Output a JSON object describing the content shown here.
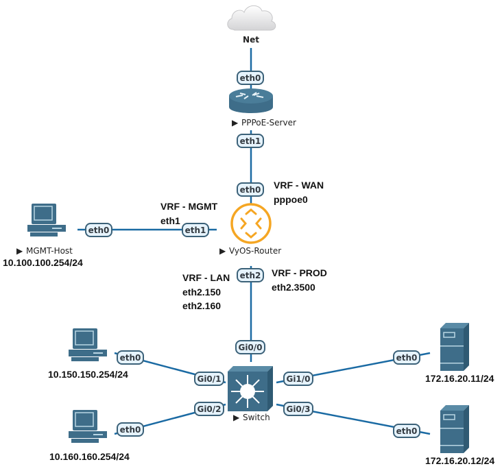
{
  "diagram": {
    "nodes": {
      "net": {
        "label": "Net",
        "icon": "cloud-icon"
      },
      "pppoe_server": {
        "label": "PPPoE-Server",
        "icon": "router-icon",
        "running": true
      },
      "vyos_router": {
        "label": "VyOS-Router",
        "icon": "vyos-icon",
        "running": true
      },
      "mgmt_host": {
        "label": "MGMT-Host",
        "icon": "desktop-icon",
        "running": true,
        "ip": "10.100.100.254/24"
      },
      "switch": {
        "label": "Switch",
        "icon": "switch-icon",
        "running": true
      },
      "host_150": {
        "icon": "desktop-icon",
        "ip": "10.150.150.254/24"
      },
      "host_160": {
        "icon": "desktop-icon",
        "ip": "10.160.160.254/24"
      },
      "server_11": {
        "icon": "server-icon",
        "ip": "172.16.20.11/24"
      },
      "server_12": {
        "icon": "server-icon",
        "ip": "172.16.20.12/24"
      }
    },
    "ports": {
      "net_pppoe_eth0": "eth0",
      "pppoe_eth1": "eth1",
      "vyos_eth0": "eth0",
      "vyos_eth1": "eth1",
      "mgmt_eth0": "eth0",
      "vyos_eth2": "eth2",
      "sw_gi00": "Gi0/0",
      "sw_gi01": "Gi0/1",
      "sw_gi02": "Gi0/2",
      "sw_gi10": "Gi1/0",
      "sw_gi03": "Gi0/3",
      "h150_eth0": "eth0",
      "h160_eth0": "eth0",
      "s11_eth0": "eth0",
      "s12_eth0": "eth0"
    },
    "annotations": {
      "vrf_wan": "VRF - WAN",
      "vrf_wan_if": "pppoe0",
      "vrf_mgmt": "VRF - MGMT",
      "vrf_mgmt_if": "eth1",
      "vrf_lan": "VRF - LAN",
      "vrf_lan_if1": "eth2.150",
      "vrf_lan_if2": "eth2.160",
      "vrf_prod": "VRF - PROD",
      "vrf_prod_if": "eth2.3500"
    },
    "colors": {
      "link": "#1a6aa3",
      "device": "#3e6d89",
      "vyos_accent": "#f5a623",
      "port_fill": "#e6f3fc",
      "port_border": "#3b6178"
    }
  }
}
